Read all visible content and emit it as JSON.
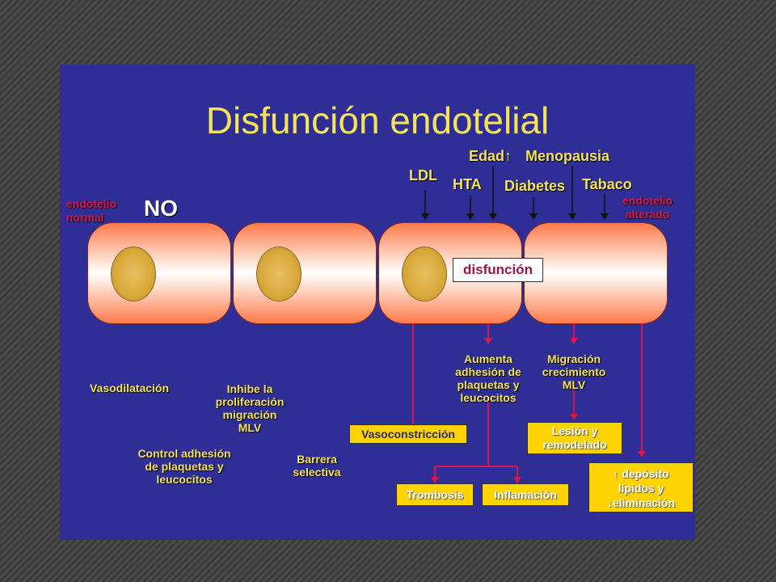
{
  "title": "Disfunción endotelial",
  "factors": {
    "edad": "Edad",
    "menopausia": "Menopausia",
    "ldl": "LDL",
    "hta": "HTA",
    "diabetes": "Diabetes",
    "tabaco": "Tabaco"
  },
  "labels": {
    "endotelio_normal": [
      "endotelio",
      "normal"
    ],
    "endotelio_alterado": [
      "endotelio",
      "alterado"
    ],
    "no": "NO",
    "disfuncion": "disfunción"
  },
  "normal_effects": {
    "vasodilatacion": "Vasodilatación",
    "inhibe": [
      "Inhibe la",
      "proliferación",
      "migración",
      "MLV"
    ],
    "control": [
      "Control adhesión",
      "de plaquetas y",
      "leucocitos"
    ],
    "barrera": [
      "Barrera",
      "selectiva"
    ]
  },
  "altered_effects": {
    "aumenta": [
      "Aumenta",
      "adhesión de",
      "plaquetas y",
      "leucocitos"
    ],
    "migracion": [
      "Migración",
      "crecimiento",
      "MLV"
    ],
    "vasoconstriccion": "Vasoconstricción",
    "lesion": [
      "Lesión y",
      "remodelado"
    ],
    "trombosis": "Trombosis",
    "inflamacion": "Inflamación",
    "deposito": [
      "↑ depósito",
      "lípidos y",
      "↓eliminación"
    ]
  },
  "colors": {
    "slide_bg": "#2f2e96",
    "title": "#f3e25b",
    "arrow": "#d8174b",
    "box": "#ffd200"
  }
}
